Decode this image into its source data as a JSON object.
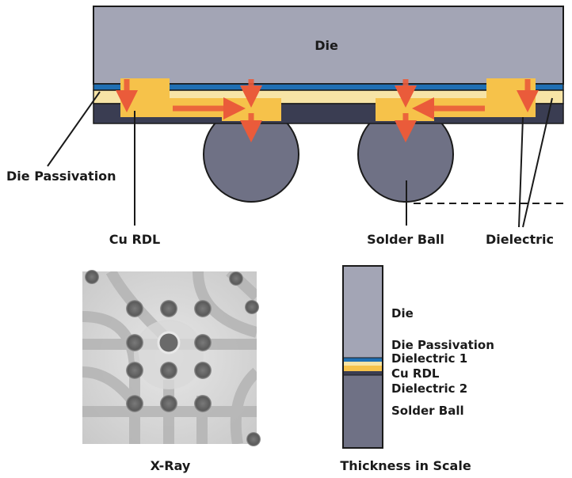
{
  "cross_section": {
    "die_label": "Die",
    "die_passivation_label": "Die Passivation",
    "cu_rdl_label": "Cu RDL",
    "solder_ball_label": "Solder Ball",
    "dielectric_label": "Dielectric"
  },
  "xray": {
    "caption": "X-Ray"
  },
  "scale": {
    "caption": "Thickness in Scale",
    "layers": [
      "Die",
      "Die Passivation",
      "Dielectric 1",
      "Cu RDL",
      "Dielectric 2",
      "Solder Ball"
    ]
  },
  "colors": {
    "die": "#a3a5b5",
    "passivation": "#1f6fb3",
    "dielectric1": "#f7e4a6",
    "cu_rdl": "#f6c24a",
    "dielectric2": "#3a3d52",
    "solder_ball": "#6f7185",
    "arrow": "#ea5b3a"
  }
}
